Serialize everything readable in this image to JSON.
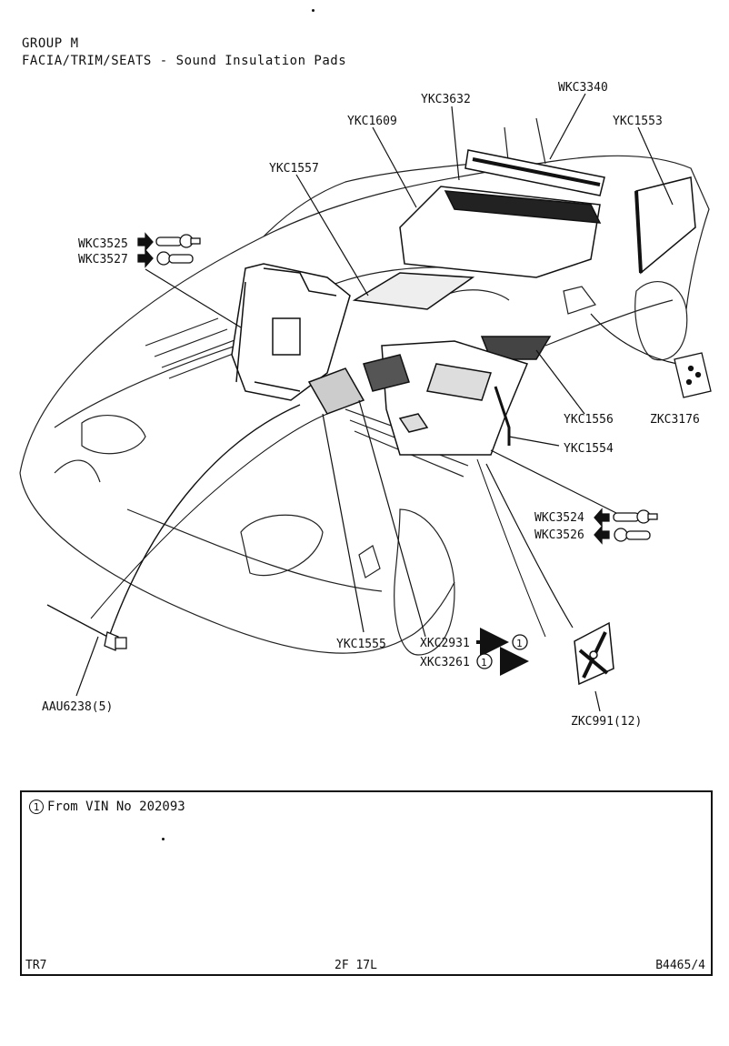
{
  "header": {
    "group": "GROUP M",
    "title": "FACIA/TRIM/SEATS - Sound Insulation Pads"
  },
  "labels": {
    "wkc3340": "WKC3340",
    "ykc3632": "YKC3632",
    "ykc1609": "YKC1609",
    "ykc1553": "YKC1553",
    "ykc1557": "YKC1557",
    "wkc3525": "WKC3525",
    "wkc3527": "WKC3527",
    "ykc1556": "YKC1556",
    "zkc3176": "ZKC3176",
    "ykc1554": "YKC1554",
    "wkc3524": "WKC3524",
    "wkc3526": "WKC3526",
    "ykc1555": "YKC1555",
    "xkc2931": "XKC2931",
    "xkc3261": "XKC3261",
    "aau6238": "AAU6238(5)",
    "zkc991": "ZKC991(12)",
    "note_marker": "1"
  },
  "note": {
    "marker": "1",
    "text": "From VIN No 202093"
  },
  "footer": {
    "model": "TR7",
    "page": "2F 17L",
    "ref": "B4465/4"
  }
}
